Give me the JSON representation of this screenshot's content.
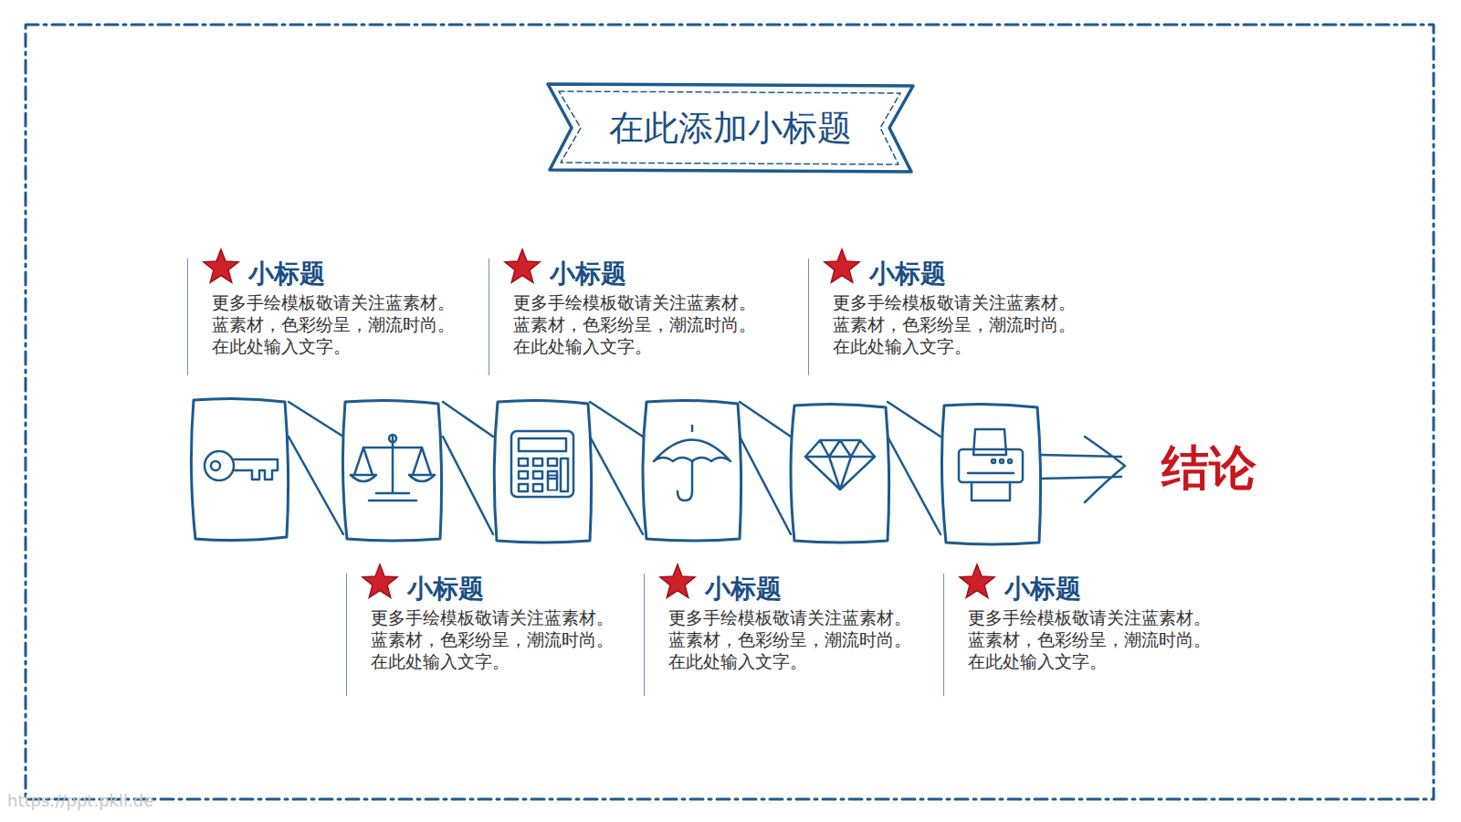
{
  "diagram": {
    "title": "在此添加小标题",
    "nodes": [
      {
        "text": [
          "小标题",
          "更多手绘模板敬请关注蓝素材。 蓝素材，色彩纷呈，潮流时尚。 在此处输入文字。"
        ]
      },
      {
        "text": [
          "小标题",
          "更多手绘模板敬请关注蓝素材。 蓝素材，色彩纷呈，潮流时尚。 在此处输入文字。"
        ]
      },
      {
        "text": [
          "小标题",
          "更多手绘模板敬请关注蓝素材。 蓝素材，色彩纷呈，潮流时尚。 在此处输入文字。"
        ]
      },
      {
        "text": [
          "小标题",
          "更多手绘模板敬请关注蓝素材。 蓝素材，色彩纷呈，潮流时尚。 在此处输入文字。"
        ]
      },
      {
        "text": [
          "小标题",
          "更多手绘模板敬请关注蓝素材。 蓝素材，色彩纷呈，潮流时尚。 在此处输入文字。"
        ]
      },
      {
        "text": [
          "小标题",
          "更多手绘模板敬请关注蓝素材。 蓝素材，色彩纷呈，潮流时尚。 在此处输入文字。"
        ]
      }
    ],
    "labels": [
      "结论",
      "https://ppt.pkll.de"
    ]
  }
}
